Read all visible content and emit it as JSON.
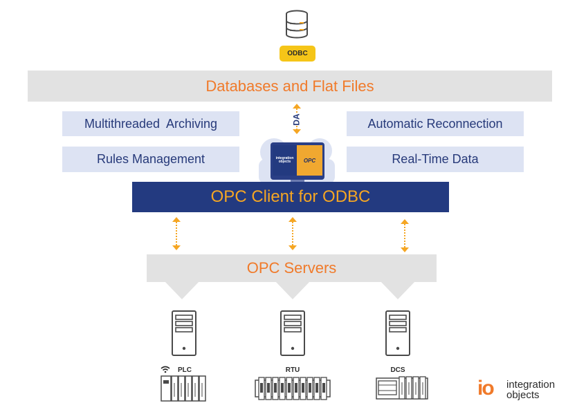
{
  "top_badge": "ODBC",
  "databases_bar": "Databases and Flat Files",
  "da_label": "DA",
  "features_left": [
    "Multithreaded  Archiving",
    "Rules Management"
  ],
  "features_right": [
    "Automatic Reconnection",
    "Real-Time Data"
  ],
  "monitor_logo_left": "integration objects",
  "monitor_logo_right": "OPC",
  "client_bar": "OPC Client for ODBC",
  "servers_bar": "OPC Servers",
  "devices": [
    "PLC",
    "RTU",
    "DCS"
  ],
  "brand": {
    "line1": "integration",
    "line2": "objects",
    "mark": "io"
  },
  "colors": {
    "orange": "#f07a2a",
    "navy": "#233a80",
    "amber": "#f5a623",
    "gray": "#e2e2e2",
    "light_blue": "#dde3f3"
  },
  "icons": [
    "database-icon",
    "monitor-icon",
    "server-icon",
    "wifi-icon",
    "plc-rack-icon",
    "rtu-rack-icon",
    "dcs-rack-icon",
    "double-arrow-icon"
  ]
}
